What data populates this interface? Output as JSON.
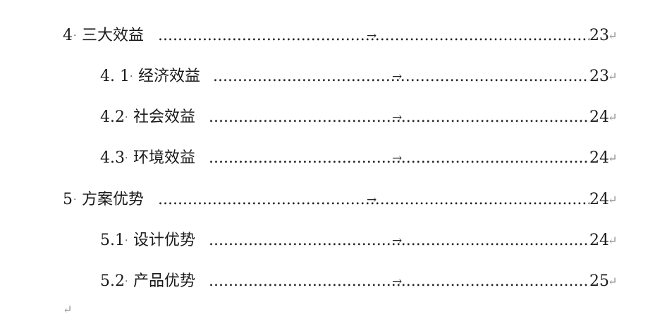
{
  "symbols": {
    "dot_space": "·",
    "tab_arrow": "→",
    "paragraph_mark": "↵",
    "leader": ".............................................................................................................................................."
  },
  "toc": [
    {
      "number": "4",
      "title": "三大效益",
      "page": "23"
    },
    {
      "number": "4. 1",
      "title": "经济效益",
      "page": "23"
    },
    {
      "number": "4.2",
      "title": "社会效益",
      "page": "24"
    },
    {
      "number": "4.3",
      "title": "环境效益",
      "page": "24"
    },
    {
      "number": "5",
      "title": "方案优势",
      "page": "24"
    },
    {
      "number": "5.1",
      "title": "设计优势",
      "page": "24"
    },
    {
      "number": "5.2",
      "title": "产品优势",
      "page": "25"
    }
  ]
}
